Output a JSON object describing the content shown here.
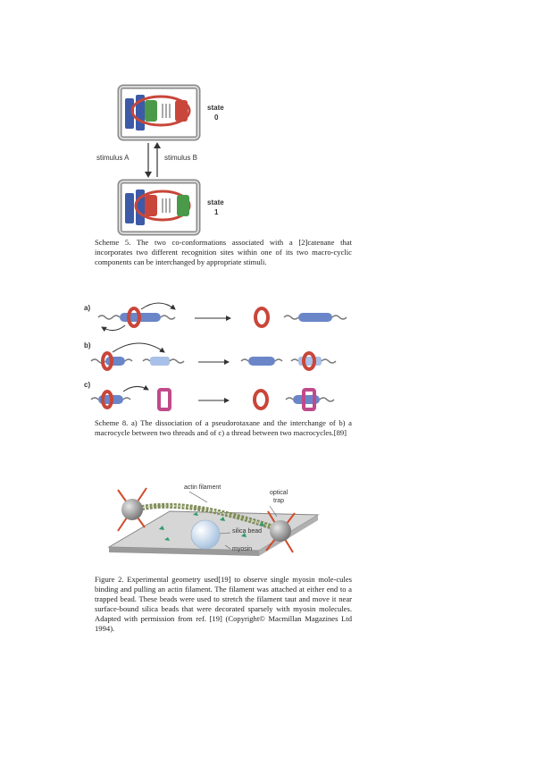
{
  "scheme5": {
    "state0_word": "state",
    "state0_num": "0",
    "state1_word": "state",
    "state1_num": "1",
    "stimulus_a": "stimulus A",
    "stimulus_b": "stimulus B",
    "caption": "Scheme 5. The two co-conformations associated with a [2]catenane that incorporates two different recognition sites within one of its two macro-cyclic components can be interchanged by appropriate stimuli."
  },
  "scheme8": {
    "label_a": "a)",
    "label_b": "b)",
    "label_c": "c)",
    "caption": "Scheme 8. a) The dissociation of a pseudorotaxane and the interchange of b) a macrocycle between two threads and of c) a thread between two macrocycles.[89]"
  },
  "figure2": {
    "label_actin": "actin filament",
    "label_optical1": "optical",
    "label_optical2": "trap",
    "label_silica": "silica bead",
    "label_myosin": "myosin",
    "caption": "Figure 2. Experimental geometry used[19] to observe single myosin mole-cules binding and pulling an actin filament. The filament was attached at either end to a trapped bead. These beads were used to stretch the filament taut and move it near surface-bound silica beads that were decorated sparsely with myosin molecules. Adapted with permission from ref. [19] (Copyright© Macmillan Magazines Ltd 1994)."
  },
  "colors": {
    "ring_red": "#c9463a",
    "station_blue": "#3d5aa8",
    "station_green": "#4a9a4a",
    "thread_blue": "#6a86c8",
    "bead_grey": "#9a9a9a"
  }
}
